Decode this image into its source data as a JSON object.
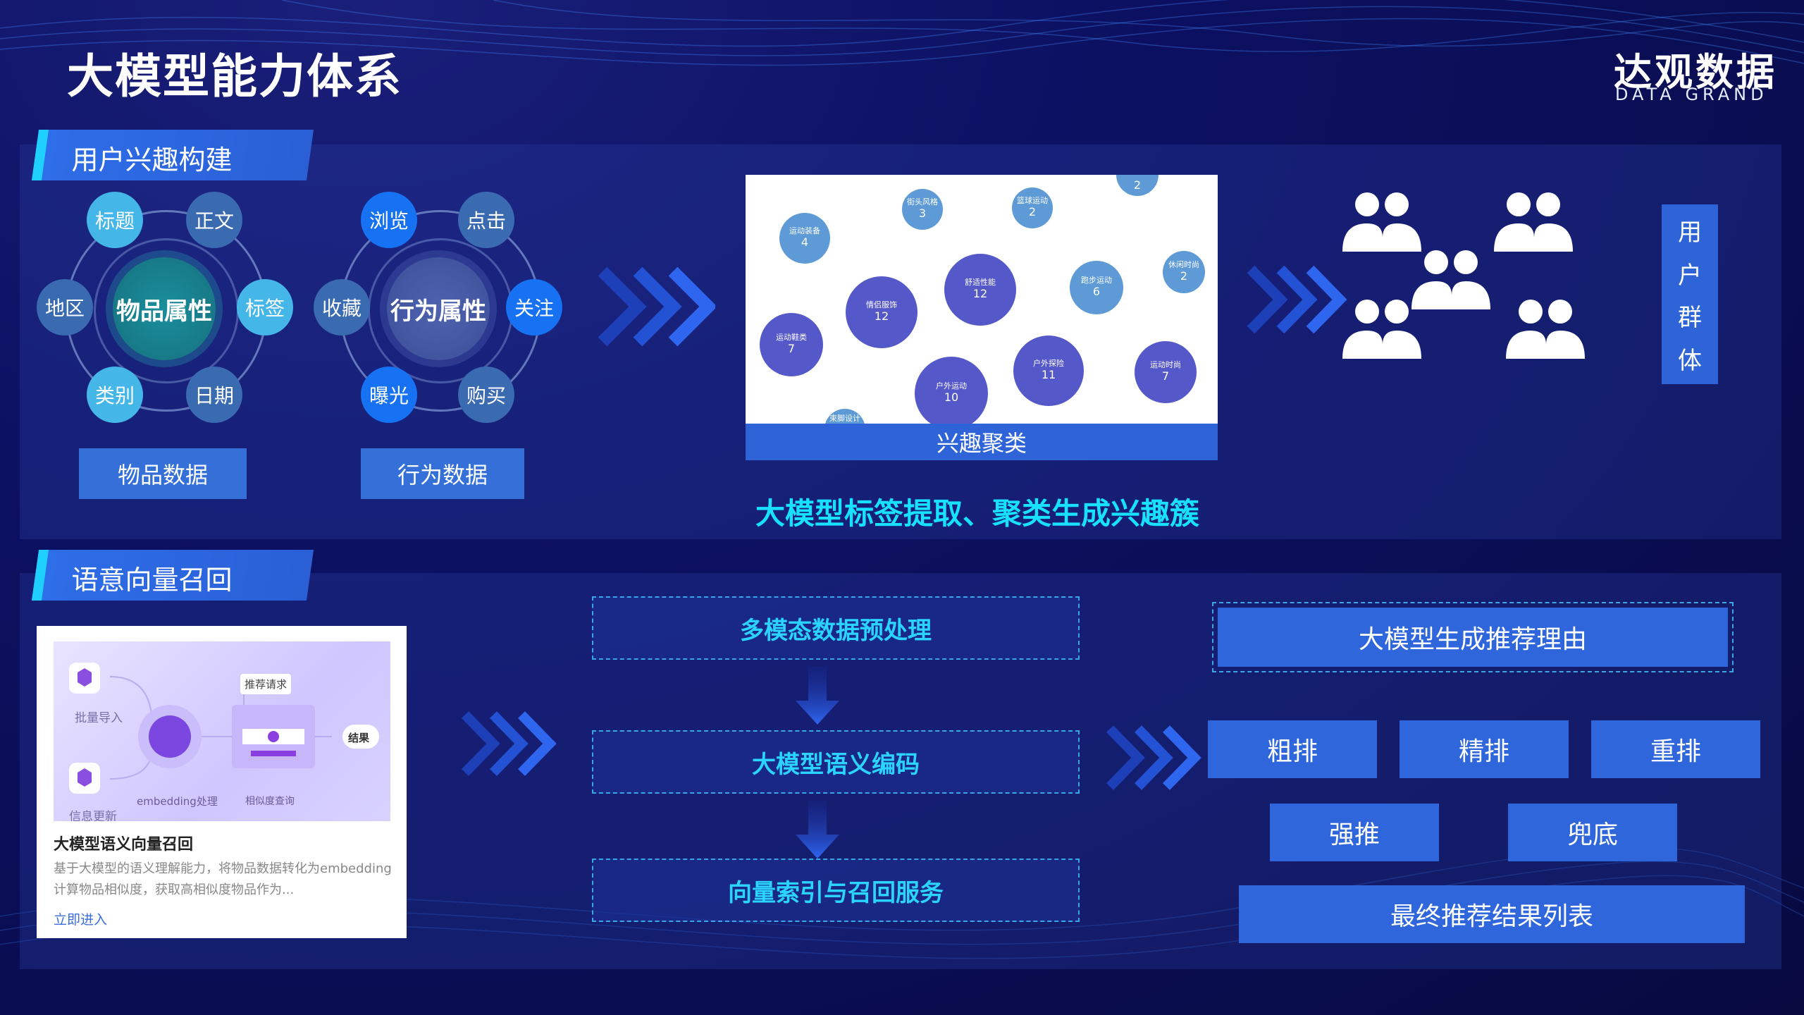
{
  "header": {
    "title": "大模型能力体系",
    "logo_cn": "达观数据",
    "logo_en": "DATA GRAND"
  },
  "section1": {
    "label": "用户兴趣构建",
    "item_diagram": {
      "center": "物品属性",
      "nodes": [
        "标题",
        "正文",
        "地区",
        "标签",
        "类别",
        "日期"
      ],
      "label": "物品数据"
    },
    "behavior_diagram": {
      "center": "行为属性",
      "nodes": [
        "浏览",
        "点击",
        "收藏",
        "关注",
        "曝光",
        "购买"
      ],
      "label": "行为数据"
    },
    "cluster": {
      "bubbles": [
        {
          "name": "运动装备",
          "num": "4"
        },
        {
          "name": "街头风格",
          "num": "3"
        },
        {
          "name": "篮球运动",
          "num": "2"
        },
        {
          "name": "",
          "num": "2"
        },
        {
          "name": "休闲时尚",
          "num": "2"
        },
        {
          "name": "舒适性能",
          "num": "12"
        },
        {
          "name": "情侣服饰",
          "num": "12"
        },
        {
          "name": "跑步运动",
          "num": "6"
        },
        {
          "name": "运动鞋类",
          "num": "7"
        },
        {
          "name": "户外探险",
          "num": "11"
        },
        {
          "name": "运动时尚",
          "num": "7"
        },
        {
          "name": "户外运动",
          "num": "10"
        },
        {
          "name": "束脚设计",
          "num": ""
        }
      ],
      "footer": "兴趣聚类"
    },
    "caption": "大模型标签提取、聚类生成兴趣簇",
    "user_group_chars": [
      "用",
      "户",
      "群",
      "体"
    ]
  },
  "section2": {
    "label": "语意向量召回",
    "card": {
      "img_labels": {
        "import": "批量导入",
        "update": "信息更新",
        "embed": "embedding处理",
        "request": "推荐请求",
        "similarity": "相似度查询",
        "result": "结果"
      },
      "title": "大模型语义向量召回",
      "desc": "基于大模型的语义理解能力，将物品数据转化为embedding计算物品相似度，获取高相似度物品作为...",
      "link": "立即进入"
    },
    "pipeline": [
      "多模态数据预处理",
      "大模型语义编码",
      "向量索引与召回服务"
    ],
    "reason": "大模型生成推荐理由",
    "stages_row1": [
      "粗排",
      "精排",
      "重排"
    ],
    "stages_row2": [
      "强推",
      "兜底"
    ],
    "final": "最终推荐结果列表"
  },
  "colors": {
    "accent": "#2f66dc",
    "cyan": "#18e0ff",
    "bubble_purple": "#5558c8",
    "bubble_light": "#5d9ad6"
  }
}
